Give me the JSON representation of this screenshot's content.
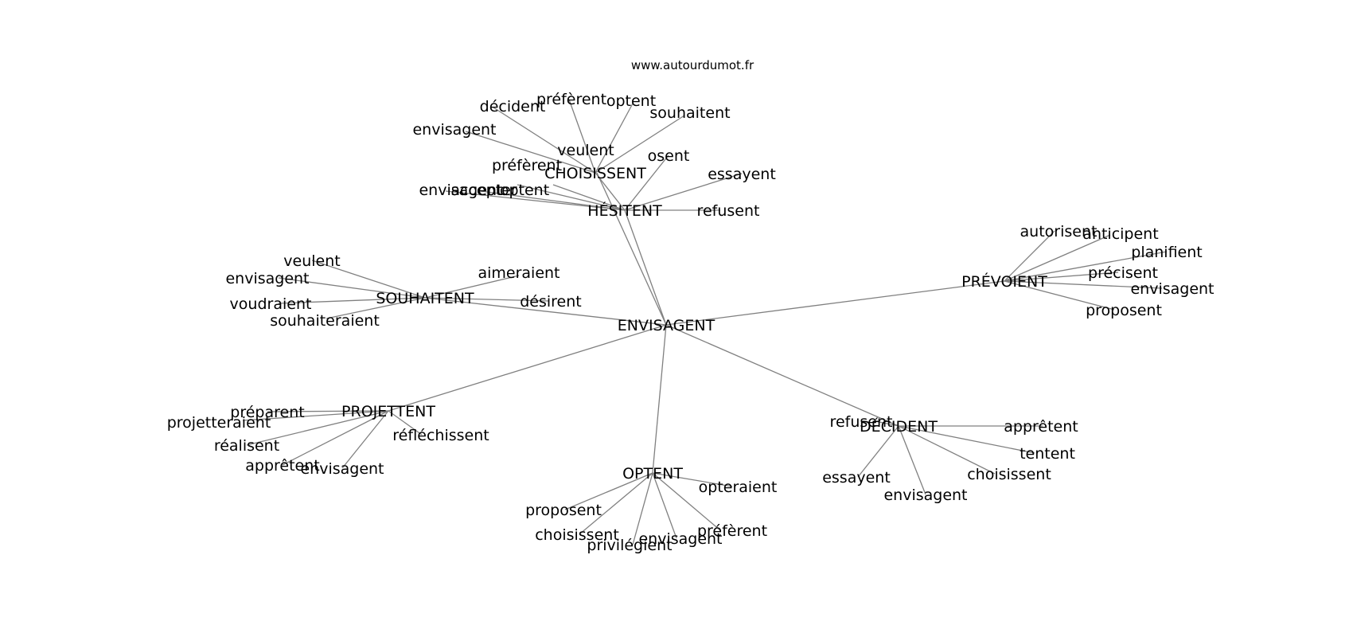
{
  "site": "www.autourdumot.fr",
  "colors": {
    "edge": "#808080",
    "text": "#000000",
    "background": "#ffffff"
  },
  "root": "ENVISAGENT",
  "clusters": [
    {
      "hub": "HÉSITENT",
      "words": [
        "veulent",
        "CHOISISSENT",
        "préfèrent",
        "accepter",
        "envisagent",
        "optent",
        "osent",
        "essayent",
        "refusent"
      ]
    },
    {
      "hub": "CHOISISSENT",
      "words": [
        "décident",
        "préfèrent",
        "optent",
        "souhaitent",
        "envisagent"
      ]
    },
    {
      "hub": "SOUHAITENT",
      "words": [
        "veulent",
        "envisagent",
        "voudraient",
        "souhaiteraient",
        "aimeraient",
        "désirent"
      ]
    },
    {
      "hub": "PRÉVOIENT",
      "words": [
        "autorisent",
        "anticipent",
        "planifient",
        "précisent",
        "envisagent",
        "proposent"
      ]
    },
    {
      "hub": "PROJETTENT",
      "words": [
        "préparent",
        "projetteraient",
        "réalisent",
        "apprêtent",
        "envisagent",
        "réfléchissent"
      ]
    },
    {
      "hub": "OPTENT",
      "words": [
        "opteraient",
        "proposent",
        "choisissent",
        "privilégient",
        "envisagent",
        "préfèrent"
      ]
    },
    {
      "hub": "DÉCIDENT",
      "words": [
        "refusent",
        "apprêtent",
        "tentent",
        "choisissent",
        "essayent",
        "envisagent"
      ]
    }
  ]
}
